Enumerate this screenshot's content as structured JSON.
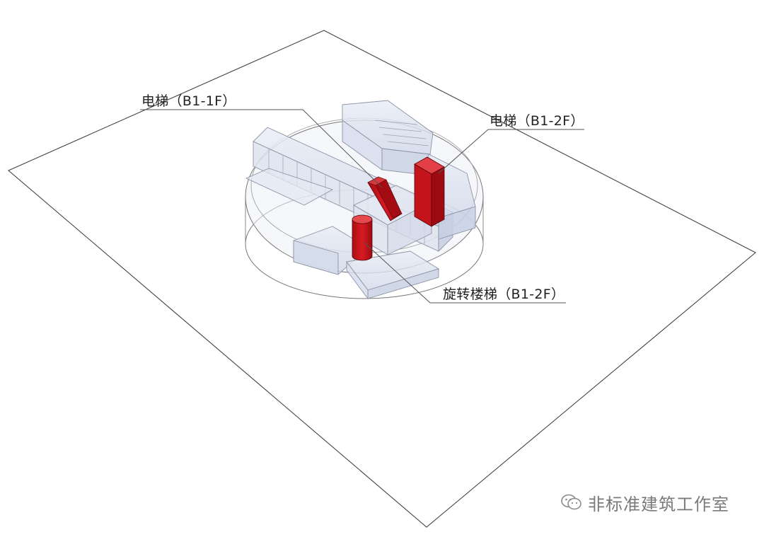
{
  "labels": {
    "elevator_b1_1f": "电梯（B1-1F）",
    "elevator_b1_2f": "电梯（B1-2F）",
    "spiral_stair_b1_2f": "旋转楼梯（B1-2F）"
  },
  "watermark": {
    "text": "非标准建筑工作室",
    "icon": "wechat-icon"
  },
  "colors": {
    "accent_red": "#c8141b",
    "glass_blue": "#d9e0ee",
    "line": "#555555"
  }
}
